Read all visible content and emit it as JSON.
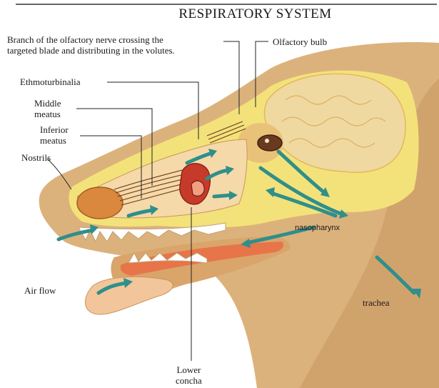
{
  "title": "RESPIRATORY SYSTEM",
  "labels": {
    "olfactory_nerve": "Branch of the olfactory nerve crossing the targeted blade and distributing in the volutes.",
    "olfactory_nerve_line1": "Branch of the olfactory nerve crossing the",
    "olfactory_nerve_line2": "targeted blade and distributing in the volutes.",
    "olfactory_bulb": "Olfactory bulb",
    "ethmoturbinalia": "Ethmoturbinalia",
    "middle_meatus_line1": "Middle",
    "middle_meatus_line2": "meatus",
    "inferior_meatus_line1": "Inferior",
    "inferior_meatus_line2": "meatus",
    "nostrils": "Nostrils",
    "nasopharynx": "nasopharynx",
    "air_flow": "Air flow",
    "trachea": "trachea",
    "lower_concha_line1": "Lower",
    "lower_concha_line2": "concha"
  },
  "colors": {
    "skin": "#dcb27c",
    "bone": "#f3e27a",
    "brain": "#f0d9a0",
    "tissue": "#e8744a",
    "arrow": "#2f8f8a",
    "leader": "#222222"
  }
}
